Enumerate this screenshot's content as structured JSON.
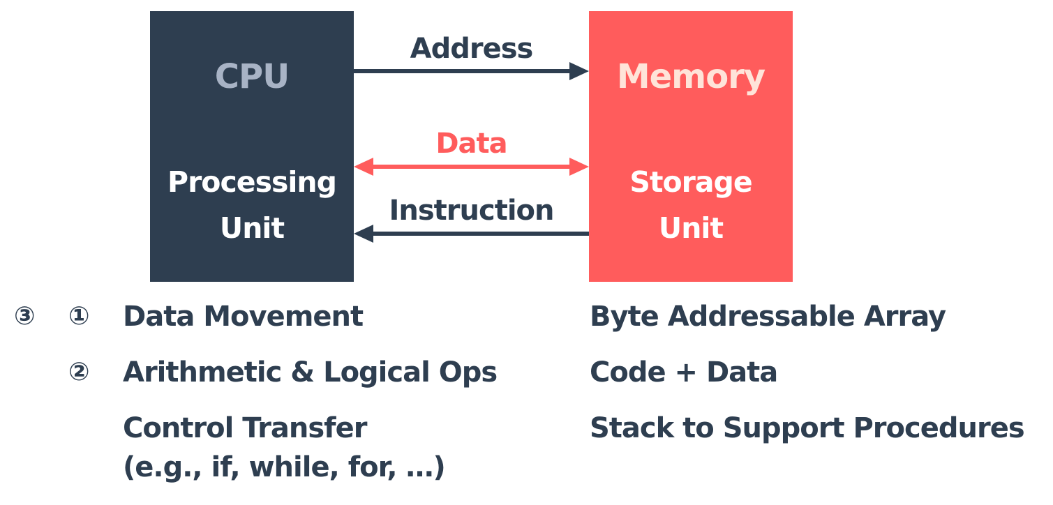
{
  "colors": {
    "cpu_box": "#2e3e50",
    "memory_box": "#ff5c5c",
    "cpu_title": "#a8b3c5",
    "memory_title": "#ffe4d9",
    "text": "#2e3e50",
    "data_arrow": "#ff5c5c"
  },
  "cpu": {
    "title": "CPU",
    "subtitle_line1": "Processing",
    "subtitle_line2": "Unit"
  },
  "memory": {
    "title": "Memory",
    "subtitle_line1": "Storage",
    "subtitle_line2": "Unit"
  },
  "arrows": {
    "address": "Address",
    "data": "Data",
    "instruction": "Instruction"
  },
  "cpu_features": {
    "marker_3": "③",
    "marker_1": "①",
    "marker_2": "②",
    "item1": "Data Movement",
    "item2": "Arithmetic & Logical Ops",
    "item3_line1": "Control Transfer",
    "item3_line2": "(e.g., if, while, for, …)"
  },
  "memory_features": {
    "item1": "Byte Addressable Array",
    "item2": "Code + Data",
    "item3": "Stack to Support Procedures"
  }
}
